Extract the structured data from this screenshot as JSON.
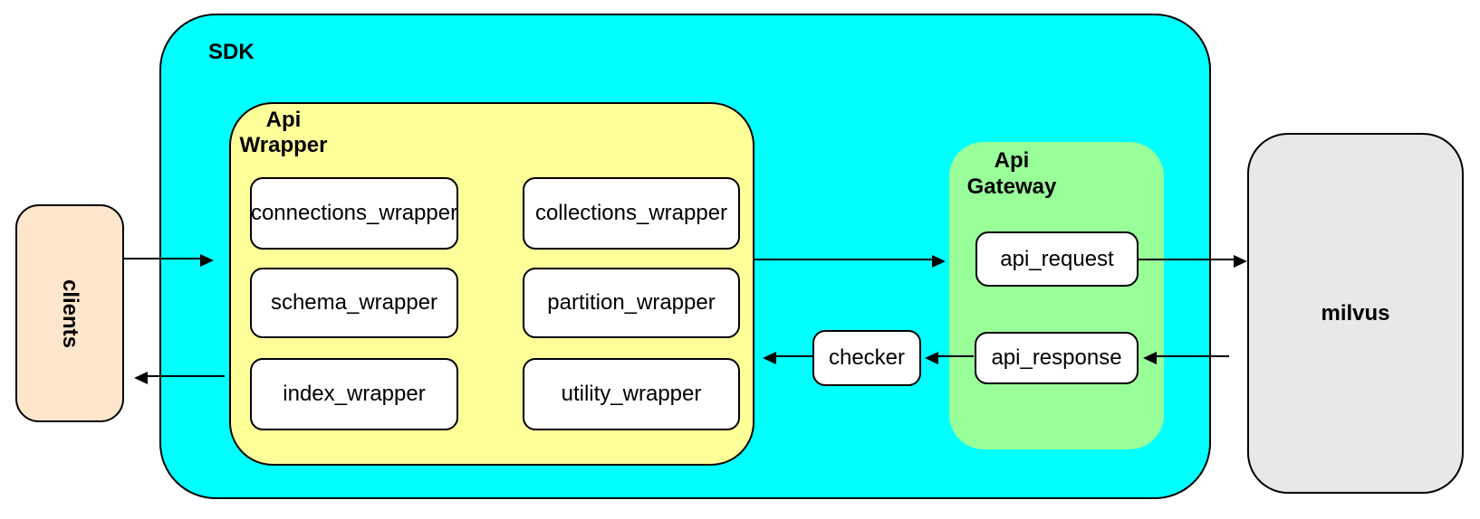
{
  "diagram": {
    "border_color": "#000000",
    "nodes": {
      "clients": {
        "label": "clients",
        "fill": "#ffe6cc"
      },
      "sdk": {
        "label": "SDK",
        "fill": "#00ffff"
      },
      "api_wrapper": {
        "label_line1": "Api",
        "label_line2": "Wrapper",
        "fill": "#ffff99",
        "boxes": [
          "connections_wrapper",
          "collections_wrapper",
          "schema_wrapper",
          "partition_wrapper",
          "index_wrapper",
          "utility_wrapper"
        ]
      },
      "checker": {
        "label": "checker",
        "fill": "#ffffff"
      },
      "api_gateway": {
        "label_line1": "Api",
        "label_line2": "Gateway",
        "fill": "#99ff99",
        "boxes": [
          "api_request",
          "api_response"
        ]
      },
      "milvus": {
        "label": "milvus",
        "fill": "#e8e8e8"
      }
    },
    "edges": [
      {
        "from": "clients",
        "to": "api_wrapper",
        "direction": "right"
      },
      {
        "from": "api_wrapper",
        "to": "api_gateway",
        "direction": "right"
      },
      {
        "from": "api_request",
        "to": "milvus",
        "direction": "right"
      },
      {
        "from": "milvus",
        "to": "api_response",
        "direction": "left"
      },
      {
        "from": "api_response",
        "to": "checker",
        "direction": "left"
      },
      {
        "from": "checker",
        "to": "api_wrapper",
        "direction": "left"
      },
      {
        "from": "api_wrapper",
        "to": "clients",
        "direction": "left"
      }
    ]
  }
}
